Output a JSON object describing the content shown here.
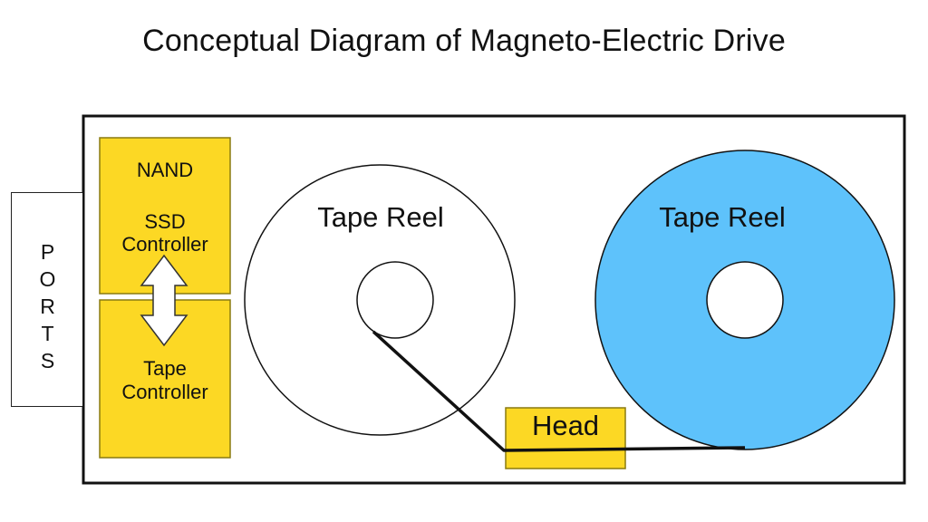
{
  "title": "Conceptual Diagram of Magneto-Electric Drive",
  "ports": {
    "label": "PORTS"
  },
  "controllers": {
    "nand": "NAND",
    "ssd_line1": "SSD",
    "ssd_line2": "Controller",
    "tape_line1": "Tape",
    "tape_line2": "Controller"
  },
  "reels": [
    {
      "label": "Tape Reel",
      "color": "#ffffff"
    },
    {
      "label": "Tape Reel",
      "color": "#5ec2fb"
    }
  ],
  "head": {
    "label": "Head"
  },
  "colors": {
    "controller_fill": "#fcd824",
    "controller_border": "#8a7a10",
    "full_reel": "#5ec2fb",
    "outline": "#111111"
  }
}
